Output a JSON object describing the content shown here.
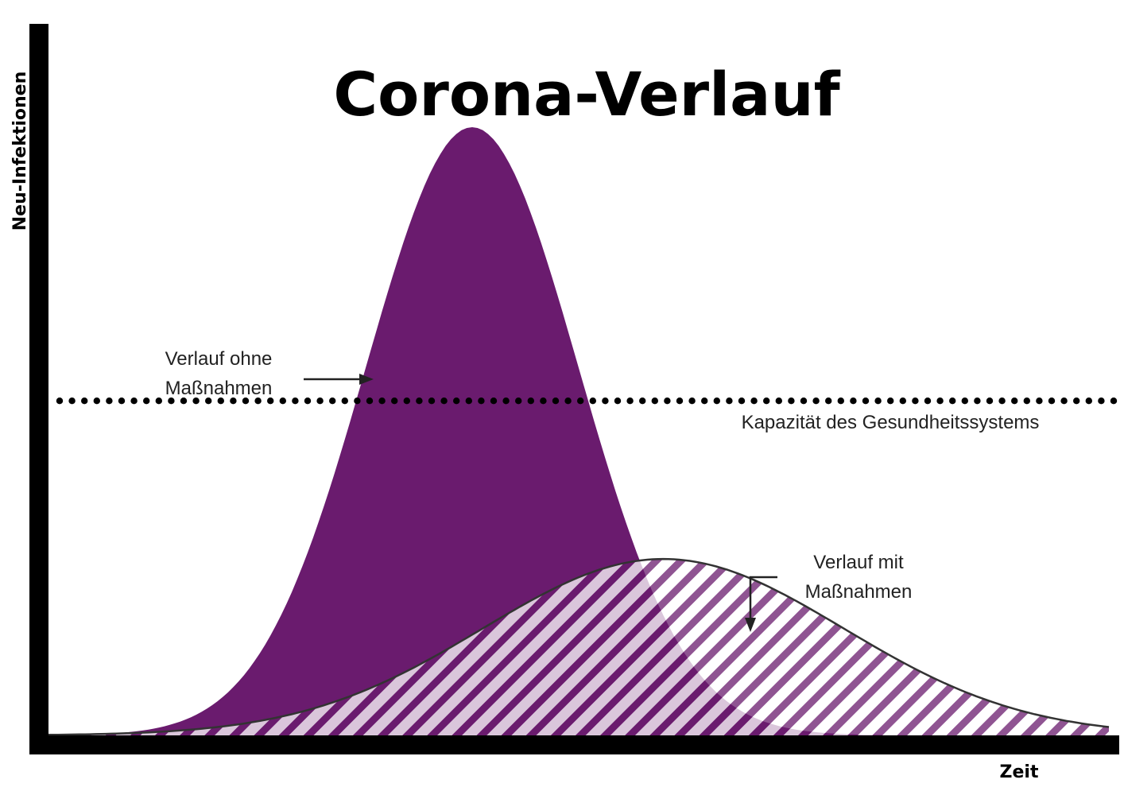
{
  "chart_data": {
    "type": "area",
    "title": "Corona-Verlauf",
    "xlabel": "Zeit",
    "ylabel": "Neu-Infektionen",
    "xlim": [
      0,
      100
    ],
    "ylim": [
      0,
      100
    ],
    "grid": false,
    "series": [
      {
        "name": "Verlauf ohne Maßnahmen",
        "style": "filled",
        "color": "#6a1b6e",
        "peak_x": 40,
        "peak_y": 100,
        "spread": 10,
        "x": [
          0,
          5,
          10,
          15,
          20,
          25,
          30,
          35,
          40,
          45,
          50,
          55,
          60,
          65,
          70,
          75,
          80,
          85,
          90,
          95,
          100
        ],
        "y": [
          0,
          1,
          2,
          6,
          14,
          28,
          50,
          79,
          100,
          88,
          62,
          36,
          17,
          7,
          3,
          1,
          0,
          0,
          0,
          0,
          0
        ]
      },
      {
        "name": "Verlauf mit Maßnahmen",
        "style": "hatched",
        "color": "#6a1b6e",
        "peak_x": 58,
        "peak_y": 29,
        "spread": 17,
        "x": [
          0,
          5,
          10,
          15,
          20,
          25,
          30,
          35,
          40,
          45,
          50,
          55,
          60,
          65,
          70,
          75,
          80,
          85,
          90,
          95,
          100
        ],
        "y": [
          0,
          0,
          0,
          1,
          2,
          4,
          7,
          11,
          17,
          23,
          27,
          29,
          28,
          26,
          21,
          15,
          10,
          5,
          2,
          1,
          0
        ]
      }
    ],
    "reference_lines": [
      {
        "label": "Kapazität des Gesundheitssystems",
        "y": 55,
        "style": "dotted"
      }
    ],
    "annotations": [
      {
        "text_lines": [
          "Verlauf ohne",
          "Maßnahmen"
        ],
        "points_to": "Verlauf ohne Maßnahmen"
      },
      {
        "text_lines": [
          "Verlauf mit",
          "Maßnahmen"
        ],
        "points_to": "Verlauf mit Maßnahmen"
      }
    ]
  }
}
